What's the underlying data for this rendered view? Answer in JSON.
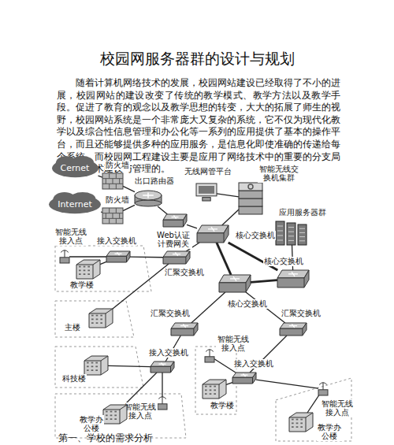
{
  "diagram": {
    "title": "校园网服务器群的设计与规划",
    "nodes": [
      {
        "text": [
          "Cernet"
        ]
      },
      {
        "text": [
          "Internet"
        ]
      },
      {
        "text": [
          "防火墙"
        ]
      },
      {
        "text": [
          "防火墙"
        ]
      },
      {
        "text": [
          "出口路由器"
        ]
      },
      {
        "text": [
          "无线网管平台"
        ]
      },
      {
        "text": [
          "智能无线交换机集群"
        ]
      },
      {
        "text": [
          "应用服务器群"
        ]
      },
      {
        "text": [
          "Web认证计费网关"
        ]
      },
      {
        "text": [
          "核心交换机"
        ]
      },
      {
        "text": [
          "核心交换机"
        ]
      },
      {
        "text": [
          "核心交换机"
        ]
      },
      {
        "text": [
          "汇聚交换机"
        ]
      },
      {
        "text": [
          "汇聚交换机"
        ]
      },
      {
        "text": [
          "汇聚交换机"
        ]
      },
      {
        "text": [
          "智能无线接入点"
        ]
      },
      {
        "text": [
          "接入交换机"
        ]
      },
      {
        "text": [
          "教学楼"
        ]
      },
      {
        "text": [
          "主楼"
        ]
      },
      {
        "text": [
          "接入交换机"
        ]
      },
      {
        "text": [
          "科技楼"
        ]
      },
      {
        "text": [
          "智能无线接入点"
        ]
      },
      {
        "text": [
          "教学办公楼"
        ]
      },
      {
        "text": [
          "智能无线接入点"
        ]
      },
      {
        "text": [
          "接入交换机"
        ]
      },
      {
        "text": [
          "教学楼"
        ]
      },
      {
        "text": [
          "智能无线接入点"
        ]
      },
      {
        "text": [
          "教学办公楼"
        ]
      }
    ],
    "edges": [
      {
        "from": 0,
        "to": 2,
        "arrow": "none"
      },
      {
        "from": 1,
        "to": 3,
        "arrow": "none"
      },
      {
        "from": 2,
        "to": 4,
        "arrow": "none"
      },
      {
        "from": 3,
        "to": 4,
        "arrow": "none"
      },
      {
        "from": 4,
        "to": 8,
        "arrow": "none"
      },
      {
        "from": 8,
        "to": 9,
        "arrow": "none"
      },
      {
        "from": 5,
        "to": 6,
        "arrow": "none"
      },
      {
        "from": 6,
        "to": 9,
        "arrow": "none"
      },
      {
        "from": 7,
        "to": 10,
        "arrow": "none"
      },
      {
        "from": 9,
        "to": 10,
        "arrow": "none"
      },
      {
        "from": 10,
        "to": 11,
        "arrow": "none"
      },
      {
        "from": 11,
        "to": 9,
        "arrow": "none"
      },
      {
        "from": 9,
        "to": 12,
        "arrow": "none"
      },
      {
        "from": 12,
        "to": 16,
        "arrow": "none"
      },
      {
        "from": 16,
        "to": 15,
        "arrow": "none"
      },
      {
        "from": 16,
        "to": 17,
        "arrow": "none"
      },
      {
        "from": 12,
        "to": 18,
        "arrow": "none"
      },
      {
        "from": 11,
        "to": 13,
        "arrow": "none"
      },
      {
        "from": 11,
        "to": 14,
        "arrow": "none"
      },
      {
        "from": 13,
        "to": 19,
        "arrow": "none"
      },
      {
        "from": 19,
        "to": 20,
        "arrow": "none"
      },
      {
        "from": 19,
        "to": 21,
        "arrow": "none"
      },
      {
        "from": 19,
        "to": 22,
        "arrow": "none"
      },
      {
        "from": 14,
        "to": 24,
        "arrow": "none"
      },
      {
        "from": 24,
        "to": 23,
        "arrow": "none"
      },
      {
        "from": 24,
        "to": 25,
        "arrow": "none"
      },
      {
        "from": 24,
        "to": 26,
        "arrow": "none"
      },
      {
        "from": 26,
        "to": 27,
        "arrow": "none"
      }
    ],
    "labels": [
      "随着计算机网络技术的发展，校园网站建设已经取得了不小的进展，校园网站的建设改变了传统的教学模式、教学方法以及教学手段。促进了教育的观念以及教学思想的转变，大大的拓展了师生的视野，校园网站系统是一个非常庞大又复杂的系统，它不仅为现代化教学以及综合性信息管理和办公化等一系列的应用提供了基本的操作平台，而且还能够提供多种的应用服务，是信息化即使准确的传递给每个系统。而校园网工程建设主要是应用了网络技术中的重要的分支局域网的技术建设与管理的。",
      "第一、学校的需求分析"
    ]
  }
}
